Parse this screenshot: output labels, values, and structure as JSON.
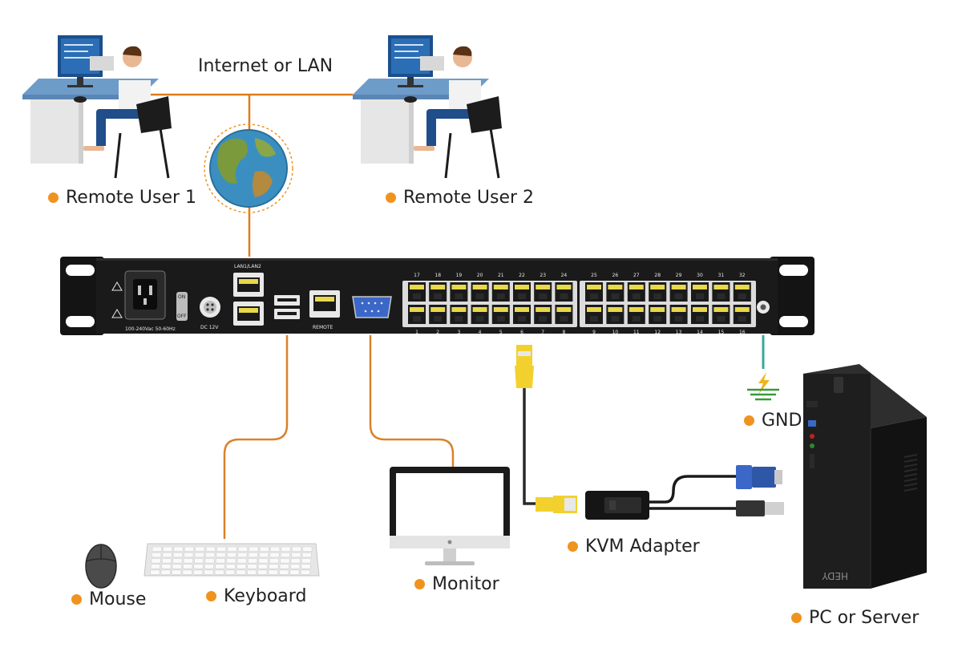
{
  "labels": {
    "network": "Internet or LAN",
    "remote_user_1": "Remote User 1",
    "remote_user_2": "Remote User 2",
    "gnd": "GND",
    "kvm_adapter": "KVM Adapter",
    "monitor": "Monitor",
    "mouse": "Mouse",
    "keyboard": "Keyboard",
    "pc_server": "PC or Server"
  },
  "panel": {
    "power_rating": "100-240Vac 50-60Hz",
    "on": "ON",
    "off": "OFF",
    "dc": "DC 12V",
    "lan": "LAN1/LAN2",
    "remote": "REMOTE",
    "top_ports": [
      "17",
      "18",
      "19",
      "20",
      "21",
      "22",
      "23",
      "24",
      "25",
      "26",
      "27",
      "28",
      "29",
      "30",
      "31",
      "32"
    ],
    "bottom_ports": [
      "1",
      "2",
      "3",
      "4",
      "5",
      "6",
      "7",
      "8",
      "9",
      "10",
      "11",
      "12",
      "13",
      "14",
      "15",
      "16"
    ]
  },
  "pc_brand": "HEDY",
  "colors": {
    "cable": "#e07b1a",
    "dot": "#f0931e",
    "ground": "#3aa89a",
    "panel": "#141414",
    "port_yellow": "#e8d84a"
  }
}
